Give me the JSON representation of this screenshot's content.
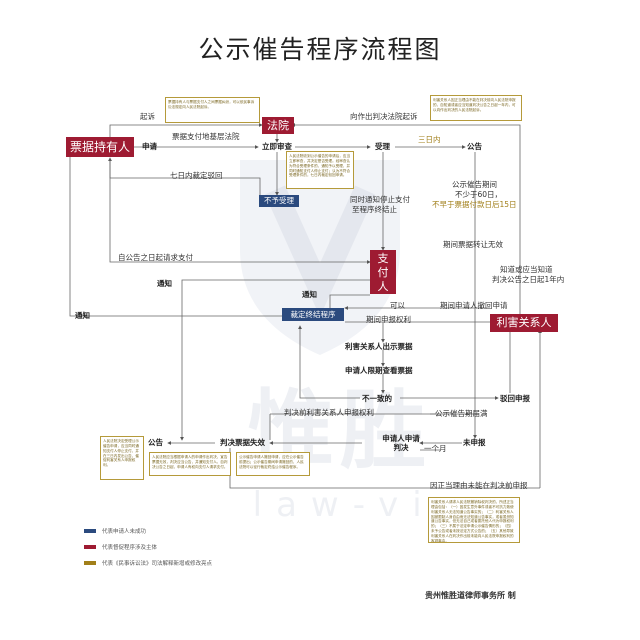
{
  "title": "公示催告程序流程图",
  "watermark": {
    "main": "惟胜",
    "sub": "law-vis"
  },
  "nodes": {
    "holder": "票据持有人",
    "court": "法院",
    "apply": "申请",
    "immediate_review": "立即审查",
    "accept": "受理",
    "announce_top": "公告",
    "reject": "不予受理",
    "stop_payment": "支付人",
    "terminate": "裁定终结程序",
    "interested": "利害关系人",
    "judgment_invalid": "判决票据失效",
    "announce_bottom": "公告",
    "applicant_apply_judgment": "申请人申请判决",
    "end_report": "未申报",
    "reject_report": "驳回申报",
    "interested_show": "利害关系人出示票据",
    "applicant_check": "申请人限期查看票据",
    "inconsistent": "不一致的"
  },
  "labels": {
    "sue": "起诉",
    "sue_after_judgment": "向作出判决法院起诉",
    "to_payment_court": "票据支付地基层法院",
    "seven_days": "七日内裁定驳回",
    "three_days": "三日内",
    "notify_stop": "同时通知停止支付",
    "to_procedure_end": "至程序终结止",
    "announce_period": "公示催告期间",
    "not_less_60": "不少于60日，",
    "not_earlier_15": "不早于票据付款日后15日",
    "transfer_invalid": "期间票据转让无效",
    "from_announce_day": "自公告之日起请求支付",
    "know_or_should": "知道或应当知道",
    "within_year": "判决公告之日起1年内",
    "notify_1": "通知",
    "notify_2": "通知",
    "notify_3": "通知",
    "possible": "可以",
    "withdraw": "期间申请人撤回申请",
    "report_right": "期间申报权利",
    "judgment_report": "判决前利害关系人申报权利",
    "expire": "公示催告期届满",
    "within_month": "一个月",
    "cannot_report": "因正当理由未能在判决前申报"
  },
  "notes": {
    "n1": "票据持有人与票据支付人之间票据纠纷，可以依民事诉讼法规定向人民法院起诉。",
    "n2": "人民法院收到公示催告的申请后，应当立即审查，并决定是否受理。经审查认为符合受理条件的，通知予以受理，并同时通知支付人停止支付；认为不符合受理条件的，七日内裁定驳回申请。",
    "n3": "利害关系人因正当理由不能在判决前向人民法院申报的，自知道或者应当知道判决公告之日起一年内，可以向作出判决的人民法院起诉。",
    "n4": "人民法院决定受理公示催告申请，应当同时通知支付人停止支付，并在三日内发出公告，催促利害关系人申报权利。",
    "n5": "人民法院应当根据申请人的申请作出判决，宣告票据无效，判决应当公告，并通知支付人。自判决公告之日起，申请人有权向支付人请求支付。",
    "n6": "公示催告申请人撤回申请，应在公示催告前提出；公示催告期间申请撤回的，人民法院可以径行裁定终结公示催告程序。",
    "n7": "利害关系人请求人民法院撤销除权判决的，所述正当理由包括：（一）因发生意外事件或者不可抗力致使利害关系人无法知道公告事实的；（二）利害关系人因被限制人身自由而无法知道公告事实，或者虽然知道公告事实，但无法自己或者委托他人代为申报权利的；（三）不属于法定申请公示催告情形的；（四）未予公告或者未按法定方式公告的；（五）其他导致利害关系人在判决作出前未能向人民法院申报权利的客观事由。"
  },
  "legend": [
    {
      "label": "代表申请人未成功",
      "color": "#2b4a7e"
    },
    {
      "label": "代表督促程序涉及主体",
      "color": "#9e1b32"
    },
    {
      "label": "代表《民事诉讼法》司法解释新增或修改亮点",
      "color": "#a17f1a"
    }
  ],
  "footer": "贵州惟胜道律师事务所 制",
  "colors": {
    "accent_red": "#9e1b32",
    "accent_navy": "#2b4a7e",
    "accent_gold": "#a17f1a"
  }
}
